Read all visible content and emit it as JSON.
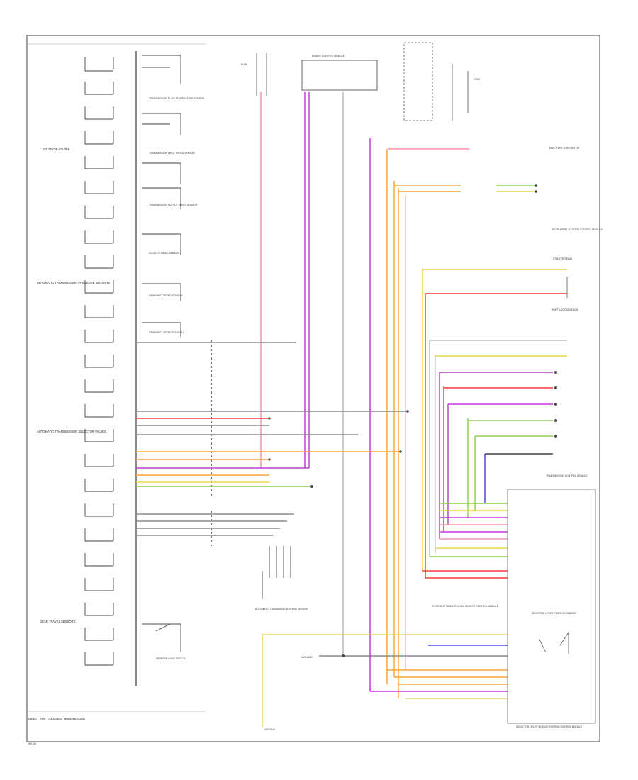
{
  "diagram": {
    "colors": {
      "frame": "#777777",
      "wire_gray": "#8a8a8a",
      "wire_black": "#444444",
      "wire_red": "#ff3b3b",
      "wire_pink": "#ff8fa8",
      "wire_purple": "#c23bd6",
      "wire_orange": "#ffa43a",
      "wire_yellow": "#e8d84a",
      "wire_green": "#8fd14f",
      "wire_blue": "#4a4ae0",
      "wire_white": "#dddddd"
    },
    "left_panel": {
      "labels": [
        "SOLENOID VALVES",
        "AUTOMATIC TRANSMISSION PRESSURE SENSORS",
        "AUTOMATIC TRANSMISSION SELECTOR VALVES",
        "GEAR TRAVEL SENSORS"
      ],
      "sensors": [
        "TRANSMISSION FLUID TEMPERATURE SENSOR",
        "TRANSMISSION INPUT SPEED SENSOR",
        "TRANSMISSION OUTPUT SPEED SENSOR",
        "CLUTCH TRAVEL SENSOR 1",
        "GEARSHIFT SPEED SENSOR",
        "GEARSHIFT SPEED SENSOR 2",
        "REVERSE LIGHT SWITCH"
      ]
    },
    "top_components": {
      "fuse_left": "FUSE",
      "engine_module": "ENGINE CONTROL MODULE",
      "fuse_right": "FUSE"
    },
    "right_components": {
      "multifunction": "MULTIFUNCTION SWITCH",
      "shift_lock": "SHIFT LOCK SOLENOID",
      "instrument_cluster": "INSTRUMENT CLUSTER CONTROL MODULE",
      "starter_relay": "STARTER RELAY",
      "transmission_control": "TRANSMISSION CONTROL MODULE",
      "selector_lever": "SELECTOR LEVER POSITION SENSOR",
      "selector_sensor_module": "SELECTOR LEVER SENSOR SYSTEM CONTROL MODULE"
    },
    "middle_components": {
      "speed_sensor": "AUTOMATIC TRANSMISSION SPEED SENSOR",
      "overheat": "OVERHEAT SENSOR LEVEL SENSOR CONTROL MODULE",
      "data_link": "DATA LINK",
      "ground": "GROUND"
    },
    "footer": {
      "left_label": "DIRECT SHIFT GEARBOX TRANSMISSION",
      "code": "VY-06"
    }
  }
}
